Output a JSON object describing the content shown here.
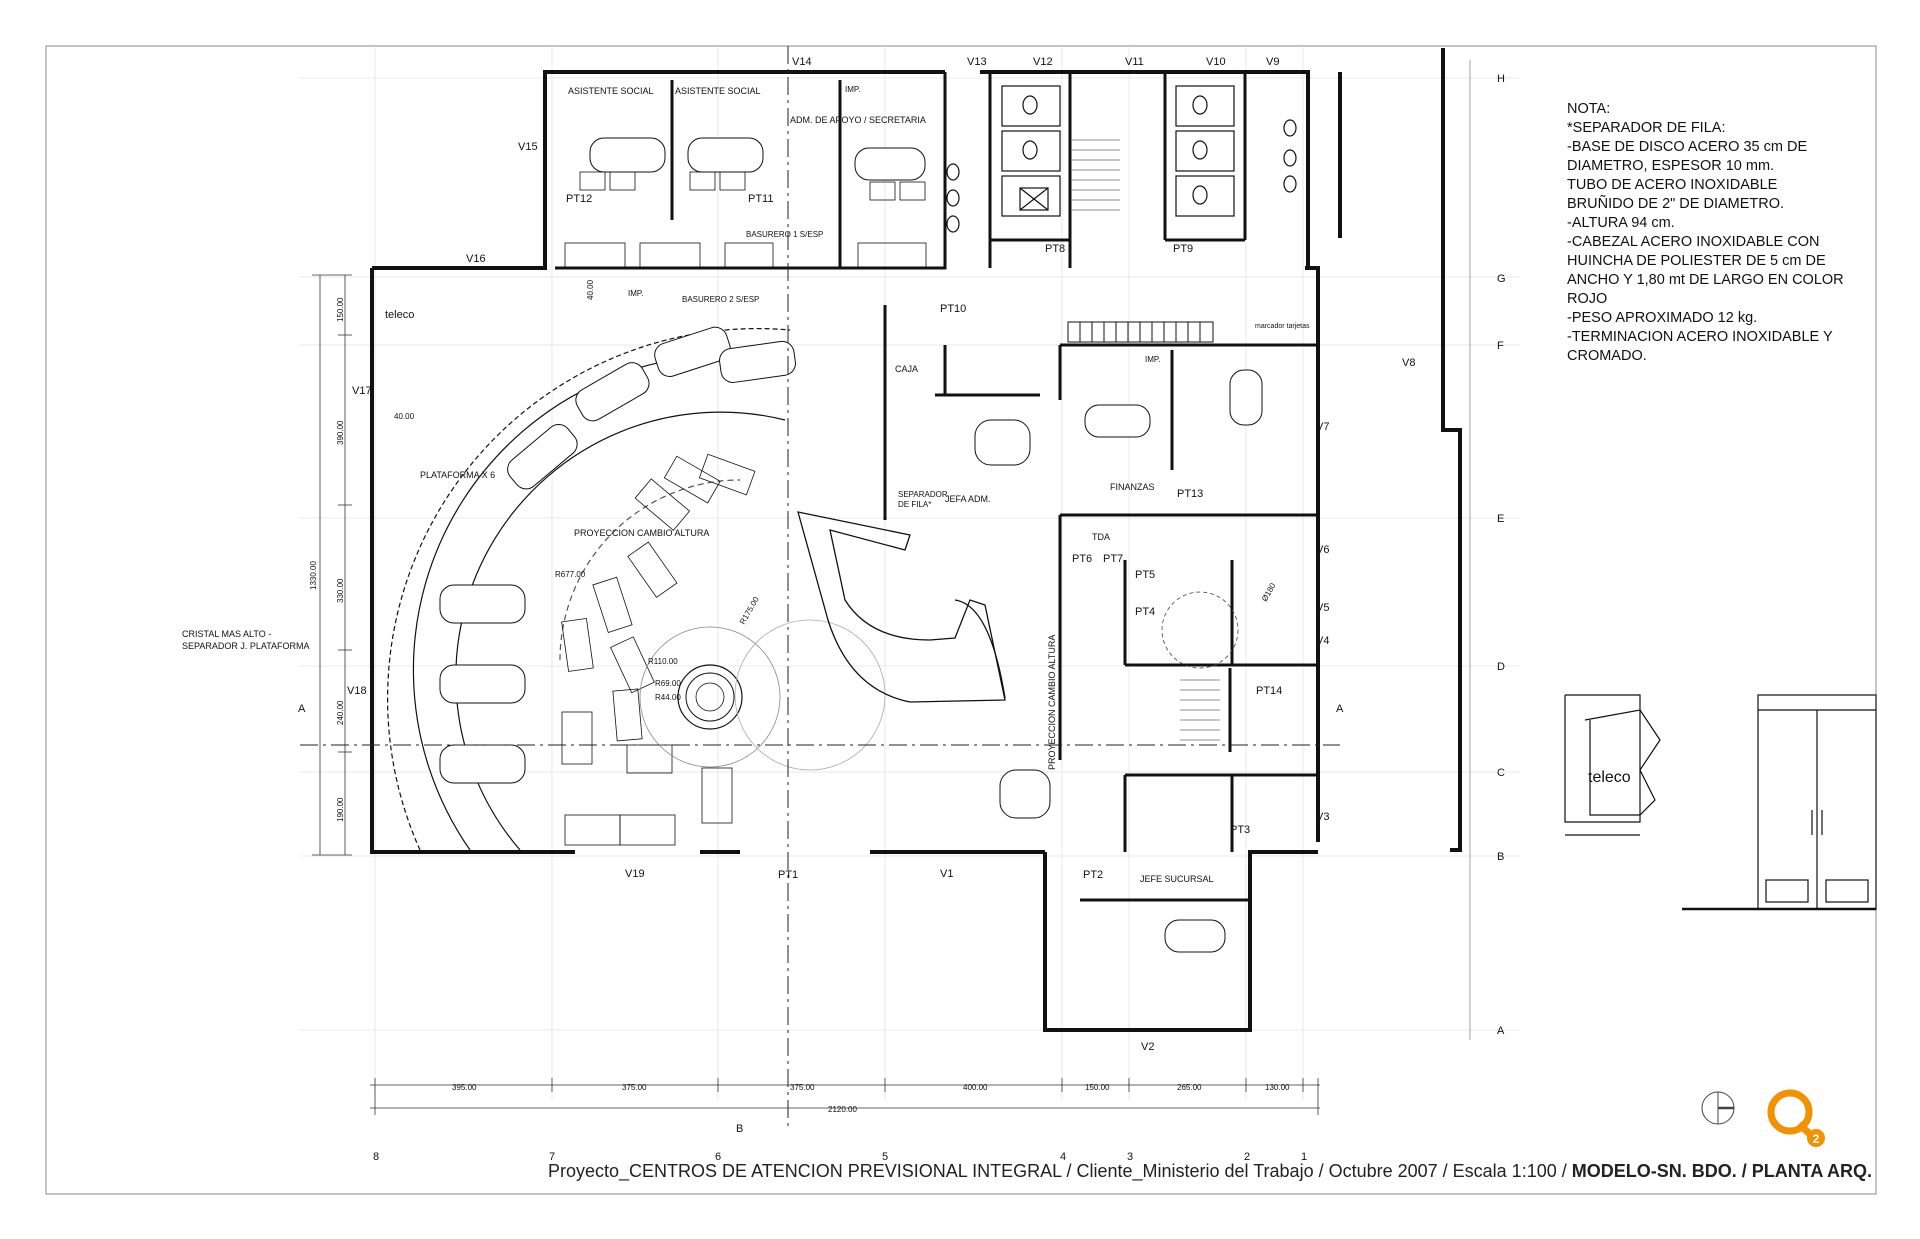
{
  "note": {
    "lines": [
      "NOTA:",
      "*SEPARADOR DE FILA:",
      "-BASE DE DISCO ACERO 35 cm DE",
      "DIAMETRO, ESPESOR 10 mm.",
      "TUBO DE ACERO INOXIDABLE",
      "BRUÑIDO DE 2\" DE DIAMETRO.",
      "-ALTURA 94 cm.",
      "-CABEZAL ACERO INOXIDABLE CON",
      "HUINCHA DE POLIESTER DE 5 cm DE",
      "ANCHO Y 1,80 mt DE LARGO EN COLOR",
      "ROJO",
      "-PESO APROXIMADO 12 kg.",
      "-TERMINACION ACERO INOXIDABLE Y",
      "CROMADO."
    ]
  },
  "title_block": {
    "project": "Proyecto_CENTROS DE ATENCION PREVISIONAL INTEGRAL / Cliente_Ministerio del Trabajo / Octubre 2007 / Escala 1:100  / ",
    "sheet": "MODELO-SN. BDO. / PLANTA ARQ."
  },
  "rooms": [
    {
      "id": "asistente-1",
      "text": "ASISTENTE SOCIAL"
    },
    {
      "id": "asistente-2",
      "text": "ASISTENTE SOCIAL"
    },
    {
      "id": "adm-apoyo",
      "text": "ADM. DE APOYO / SECRETARIA"
    },
    {
      "id": "caja",
      "text": "CAJA"
    },
    {
      "id": "jefa-adm",
      "text": "JEFA ADM."
    },
    {
      "id": "finanzas",
      "text": "FINANZAS"
    },
    {
      "id": "plataforma",
      "text": "PLATAFORMA X 6"
    },
    {
      "id": "proyeccion-1",
      "text": "PROYECCION CAMBIO ALTURA"
    },
    {
      "id": "proyeccion-2",
      "text": "PROYECCION CAMBIO ALTURA"
    },
    {
      "id": "jefe-sucursal",
      "text": "JEFE SUCURSAL"
    },
    {
      "id": "teleco-main",
      "text": "teleco"
    },
    {
      "id": "teleco-detail",
      "text": "teleco"
    },
    {
      "id": "tda",
      "text": "TDA"
    },
    {
      "id": "cristal",
      "text": "CRISTAL MAS ALTO -"
    },
    {
      "id": "cristal2",
      "text": "SEPARADOR J. PLATAFORMA"
    },
    {
      "id": "separador",
      "text": "SEPARADOR"
    },
    {
      "id": "separador2",
      "text": "DE FILA*"
    },
    {
      "id": "basurero1",
      "text": "BASURERO 1 S/ESP"
    },
    {
      "id": "basurero2",
      "text": "BASURERO 2 S/ESP"
    },
    {
      "id": "imp1",
      "text": "IMP."
    },
    {
      "id": "imp2",
      "text": "IMP."
    },
    {
      "id": "imp3",
      "text": "IMP."
    },
    {
      "id": "marcador",
      "text": "marcador tarjetas"
    }
  ],
  "doors": [
    "PT1",
    "PT2",
    "PT3",
    "PT4",
    "PT5",
    "PT6",
    "PT7",
    "PT8",
    "PT9",
    "PT10",
    "PT11",
    "PT12",
    "PT13",
    "PT14"
  ],
  "windows": [
    "V1",
    "V2",
    "V3",
    "V4",
    "V5",
    "V6",
    "V7",
    "V8",
    "V9",
    "V10",
    "V11",
    "V12",
    "V13",
    "V14",
    "V15",
    "V16",
    "V17",
    "V18",
    "V19"
  ],
  "radii": [
    "R677.00",
    "R175.00",
    "R110.00",
    "R69.00",
    "R44.00",
    "Ø180"
  ],
  "grid_rows": [
    "H",
    "G",
    "F",
    "E",
    "D",
    "C",
    "B",
    "A"
  ],
  "grid_cols": [
    "8",
    "7",
    "6",
    "5",
    "4",
    "3",
    "2",
    "1"
  ],
  "section_marks": [
    "A",
    "A",
    "B"
  ],
  "dims_bottom": [
    "395.00",
    "375.00",
    "375.00",
    "400.00",
    "150.00",
    "265.00",
    "130.00"
  ],
  "dim_total": "2120.00",
  "dims_left": [
    "150.00",
    "390.00",
    "330.00",
    "240.00",
    "190.00"
  ],
  "dim_left_total": "1330.00",
  "dims_misc": [
    "40.00",
    "40.00"
  ],
  "logo_badge": "2",
  "colors": {
    "line": "#1a1a1a",
    "logo": "#f39200",
    "frame": "#888888"
  }
}
